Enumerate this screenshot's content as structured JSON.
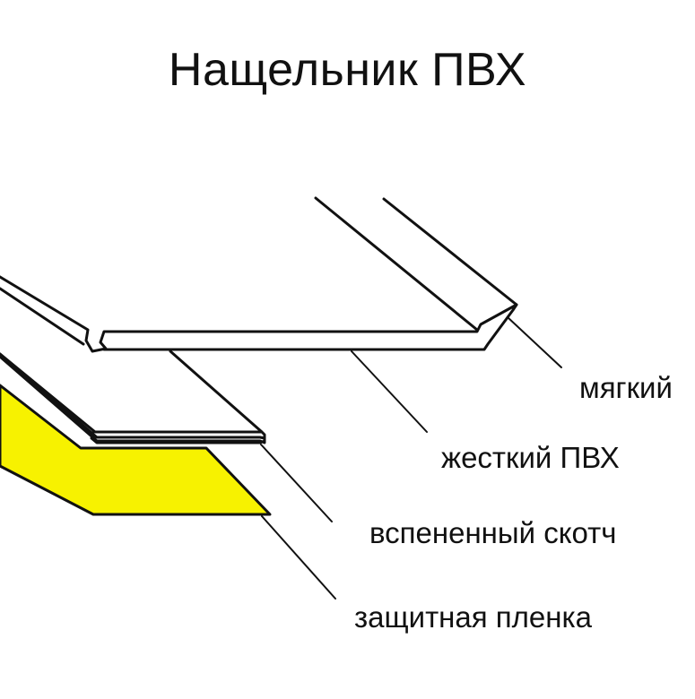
{
  "title": "Нащельник ПВХ",
  "labels": {
    "soft_pvc": "мягкий",
    "rigid_pvc": "жесткий ПВХ",
    "foam_tape": "вспененный скотч",
    "protective_film": "защитная пленка"
  },
  "colors": {
    "adhesive_layer": "#f7f200",
    "outline": "#111111",
    "background": "#ffffff"
  }
}
